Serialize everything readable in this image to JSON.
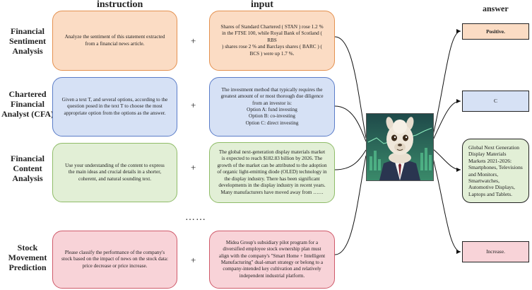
{
  "headers": {
    "instruction": "instruction",
    "input": "input",
    "answer": "answer"
  },
  "tasks": [
    {
      "name": "Financial\nSentiment\nAnalysis",
      "instruction": "Analyze the sentiment of this statement extracted from a financial news article.",
      "input": "Shares of Standard Chartered ( STAN ) rose 1.2 % in the FTSE 100, while Royal Bank of Scotland ( RBS\n) shares rose 2 % and Barclays shares ( BARC ) ( BCS ) were up 1.7 %.",
      "answer": "Positive."
    },
    {
      "name": "Chartered\nFinancial\nAnalyst (CFA)",
      "instruction": "Given a text T, and several options, according to the question posed in the text T to choose the most appropriate option from the options as the answer.",
      "input": "The investment method that typically requires the greatest amount of or most thorough due diligence from an investor is:\nOption A: fund investing\nOption B: co-investing\nOption C: direct investing",
      "answer": "C"
    },
    {
      "name": "Financial\nContent\nAnalysis",
      "instruction": "Use your understanding of the content to express the main ideas and crucial details in a shorter, coherent, and natural sounding text.",
      "input": "The global next-generation display materials market is expected to reach $182.83 billion by 2026. The growth of the market can be attributed to the adoption of organic light-emitting diode (OLED) technology in the display industry. There has been significant developments in the display industry in recent years. Many manufacturers have moved away from ……",
      "answer": "Global Next Generation Display Materials Markets 2021-2026: Smartphones, Televisions and Monitors, Smartwatches, Automotive Displays, Laptops and Tablets."
    },
    {
      "name": "Stock\nMovement\nPrediction",
      "instruction": "Please classify the performance of the company's stock based on the impact of news on the stock data: price decrease or price increase.",
      "input": "Midea Group's subsidiary pilot program for a diversified employee stock ownership plan must align with the company's \"Smart Home + Intelligent Manufacturing\" dual-smart strategy or belong to a company-intended key cultivation and relatively independent industrial platform.",
      "answer": "Increase."
    }
  ],
  "plus": "+",
  "ellipsis": "……",
  "colors": {
    "orange_fill": "#fbdcc4",
    "orange_border": "#e49150",
    "blue_fill": "#d6e1f5",
    "blue_border": "#5a7cc8",
    "green_fill": "#e2efd6",
    "green_border": "#8fbc68",
    "red_fill": "#f8d3d8",
    "red_border": "#cf5a6a"
  },
  "icons": {
    "model": "llama-in-suit-icon"
  }
}
